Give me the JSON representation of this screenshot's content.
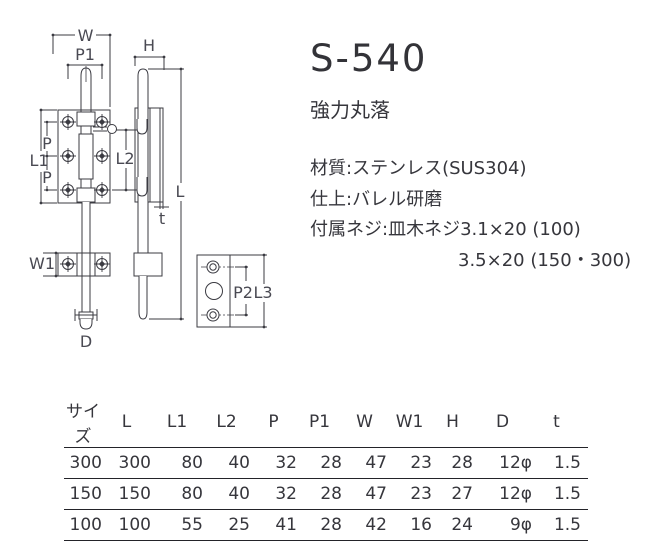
{
  "product": {
    "model": "S-540",
    "name": "強力丸落",
    "spec_lines": [
      "材質:ステンレス(SUS304)",
      "仕上:バレル研磨",
      "付属ネジ:皿木ネジ3.1×20 (100)",
      "3.5×20 (150・300)"
    ]
  },
  "diagram": {
    "labels": {
      "w": "W",
      "p1": "P1",
      "p_upper": "P",
      "p_lower": "P",
      "l1": "L1",
      "l2": "L2",
      "w1": "W1",
      "d": "D",
      "h": "H",
      "l": "L",
      "t": "t",
      "p2": "P2",
      "l3": "L3"
    }
  },
  "table": {
    "headers": [
      "サイズ",
      "L",
      "L1",
      "L2",
      "P",
      "P1",
      "W",
      "W1",
      "H",
      "D",
      "t"
    ],
    "rows": [
      [
        "300",
        "300",
        "80",
        "40",
        "32",
        "28",
        "47",
        "23",
        "28",
        "12φ",
        "1.5"
      ],
      [
        "150",
        "150",
        "80",
        "40",
        "32",
        "28",
        "47",
        "23",
        "27",
        "12φ",
        "1.5"
      ],
      [
        "100",
        "100",
        "55",
        "25",
        "41",
        "28",
        "42",
        "16",
        "24",
        "9φ",
        "1.5"
      ]
    ]
  },
  "colors": {
    "line": "#3b3b42",
    "label_text": "#4a4a53",
    "body_text": "#36363c",
    "table_border": "#232329",
    "background": "#ffffff"
  }
}
